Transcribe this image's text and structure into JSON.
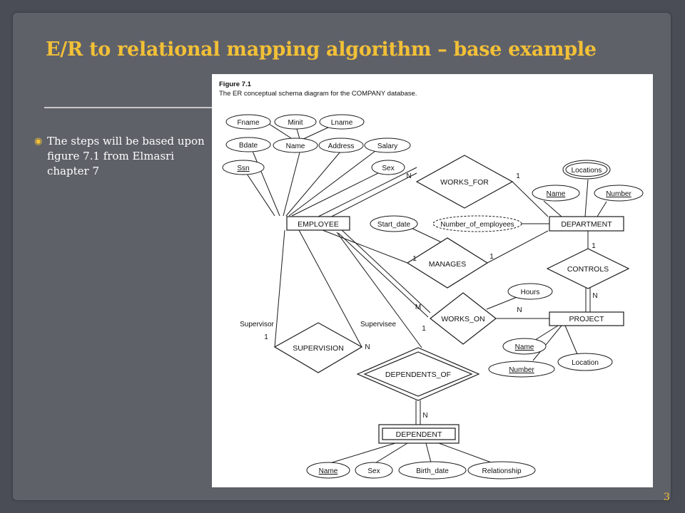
{
  "slide": {
    "title": "E/R to relational mapping algorithm – base example",
    "bullet": "The steps will be based upon figure 7.1 from Elmasri chapter 7",
    "page_number": "3"
  },
  "figure": {
    "label": "Figure 7.1",
    "caption": "The ER conceptual schema diagram for the COMPANY database.",
    "entities": {
      "employee": "EMPLOYEE",
      "department": "DEPARTMENT",
      "project": "PROJECT",
      "dependent": "DEPENDENT"
    },
    "relationships": {
      "works_for": "WORKS_FOR",
      "manages": "MANAGES",
      "works_on": "WORKS_ON",
      "controls": "CONTROLS",
      "supervision": "SUPERVISION",
      "dependents_of": "DEPENDENTS_OF"
    },
    "attributes": {
      "fname": "Fname",
      "minit": "Minit",
      "lname": "Lname",
      "bdate": "Bdate",
      "emp_name": "Name",
      "address": "Address",
      "salary": "Salary",
      "ssn": "Ssn",
      "sex": "Sex",
      "locations": "Locations",
      "dept_name": "Name",
      "dept_number": "Number",
      "start_date": "Start_date",
      "number_of_employees": "Number_of_employees",
      "hours": "Hours",
      "proj_name": "Name",
      "proj_number": "Number",
      "location": "Location",
      "dep_name": "Name",
      "dep_sex": "Sex",
      "birth_date": "Birth_date",
      "relationship": "Relationship"
    },
    "cardinalities": {
      "works_for_employee": "N",
      "works_for_department": "1",
      "manages_employee": "1",
      "manages_department": "1",
      "controls_department": "1",
      "controls_project": "N",
      "works_on_employee": "M",
      "works_on_project": "N",
      "supervision_supervisor": "1",
      "supervision_supervisee": "N",
      "dependents_of_employee": "1",
      "dependents_of_dependent": "N"
    },
    "roles": {
      "supervisor": "Supervisor",
      "supervisee": "Supervisee"
    }
  }
}
